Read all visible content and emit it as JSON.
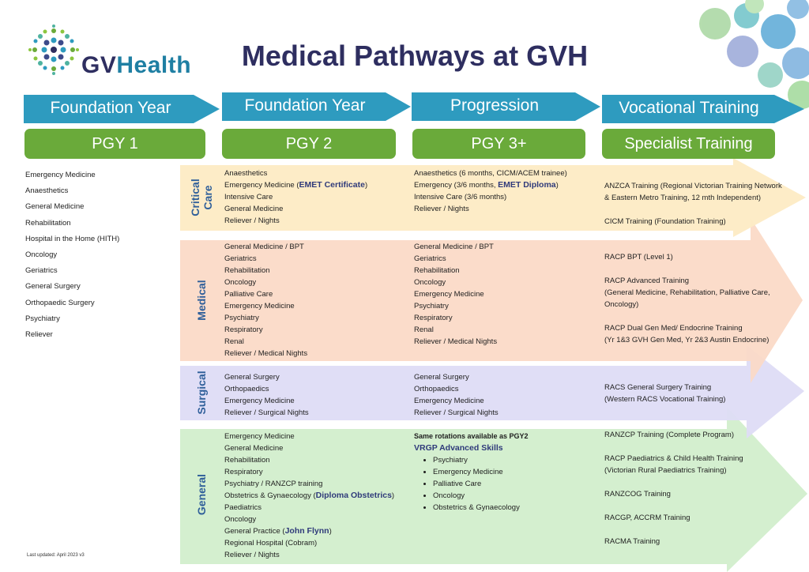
{
  "header": {
    "title": "Medical Pathways at GVH",
    "logo_gv": "GV",
    "logo_health": "Health"
  },
  "stages": [
    {
      "label": "Foundation Year",
      "pgy": "PGY 1"
    },
    {
      "label": "Foundation Year",
      "pgy": "PGY 2"
    },
    {
      "label": "Progression",
      "pgy": "PGY 3+"
    },
    {
      "label": "Vocational Training",
      "pgy": "Specialist Training"
    }
  ],
  "pgy1_list": [
    "Emergency Medicine",
    "Anaesthetics",
    "General Medicine",
    "Rehabilitation",
    "Hospital in the Home (HITH)",
    "Oncology",
    "Geriatrics",
    "General Surgery",
    "Orthopaedic Surgery",
    "Psychiatry",
    "Reliever"
  ],
  "streams": {
    "critical_care": {
      "label_line1": "Critical",
      "label_line2": "Care",
      "pgy2": [
        "Anaesthetics",
        "Emergency Medicine (",
        "EMET Certificate",
        ")",
        "Intensive Care",
        "General Medicine",
        "Reliever / Nights"
      ],
      "pgy3": [
        "Anaesthetics (6 months, CICM/ACEM trainee)",
        "Emergency (3/6 months, ",
        "EMET Diploma",
        ")",
        "Intensive Care (3/6 months)",
        "Reliever / Nights"
      ],
      "vocational": [
        "ANZCA Training (Regional Victorian Training Network",
        "& Eastern Metro Training, 12 mth Independent)",
        "CICM Training (Foundation Training)"
      ]
    },
    "medical": {
      "label": "Medical",
      "pgy2": [
        "General Medicine / BPT",
        "Geriatrics",
        "Rehabilitation",
        "Oncology",
        "Palliative Care",
        "Emergency Medicine",
        "Psychiatry",
        "Respiratory",
        "Renal",
        "Reliever / Medical Nights"
      ],
      "pgy3": [
        "General Medicine / BPT",
        "Geriatrics",
        "Rehabilitation",
        "Oncology",
        "Emergency Medicine",
        "Psychiatry",
        "Respiratory",
        "Renal",
        "Reliever / Medical Nights"
      ],
      "vocational": [
        "RACP BPT (Level 1)",
        "RACP Advanced Training",
        "(General Medicine, Rehabilitation, Palliative Care,",
        "Oncology)",
        "RACP Dual Gen Med/ Endocrine Training",
        "(Yr 1&3 GVH Gen Med, Yr 2&3 Austin Endocrine)"
      ]
    },
    "surgical": {
      "label": "Surgical",
      "pgy2": [
        "General Surgery",
        "Orthopaedics",
        "Emergency Medicine",
        "Reliever / Surgical Nights"
      ],
      "pgy3": [
        "General Surgery",
        "Orthopaedics",
        "Emergency Medicine",
        "Reliever / Surgical Nights"
      ],
      "vocational": [
        "RACS General Surgery Training",
        "(Western RACS Vocational Training)"
      ]
    },
    "general": {
      "label": "General",
      "pgy2": [
        "Emergency Medicine",
        "General Medicine",
        "Rehabilitation",
        "Respiratory",
        "Psychiatry / RANZCP training",
        "Obstetrics & Gynaecology (",
        "Diploma Obstetrics",
        ")",
        "Paediatrics",
        "Oncology",
        "General Practice (",
        "John Flynn",
        ")",
        "Regional Hospital (Cobram)",
        "Reliever / Nights"
      ],
      "pgy3_intro": "Same rotations available as PGY2",
      "pgy3_heading": "VRGP Advanced Skills",
      "pgy3_bullets": [
        "Psychiatry",
        "Emergency Medicine",
        "Palliative Care",
        "Oncology",
        "Obstetrics & Gynaecology"
      ],
      "vocational": [
        "RANZCP Training (Complete Program)",
        "RACP Paediatrics & Child Health Training",
        "(Victorian Rural Paediatrics Training)",
        "RANZCOG Training",
        "RACGP, ACCRM Training",
        "RACMA Training"
      ]
    }
  },
  "footer": "Last updated: April 2023 v3",
  "colors": {
    "stage_arrow": "#2e9bbf",
    "pgy_green": "#6aaa3a",
    "critical_fill": "#fdebc4",
    "medical_fill": "#fbd9c6",
    "surgical_fill": "#dedcf5",
    "general_fill": "#d4efcf",
    "label_blue": "#2f5f9a",
    "title_navy": "#2e2e60"
  }
}
